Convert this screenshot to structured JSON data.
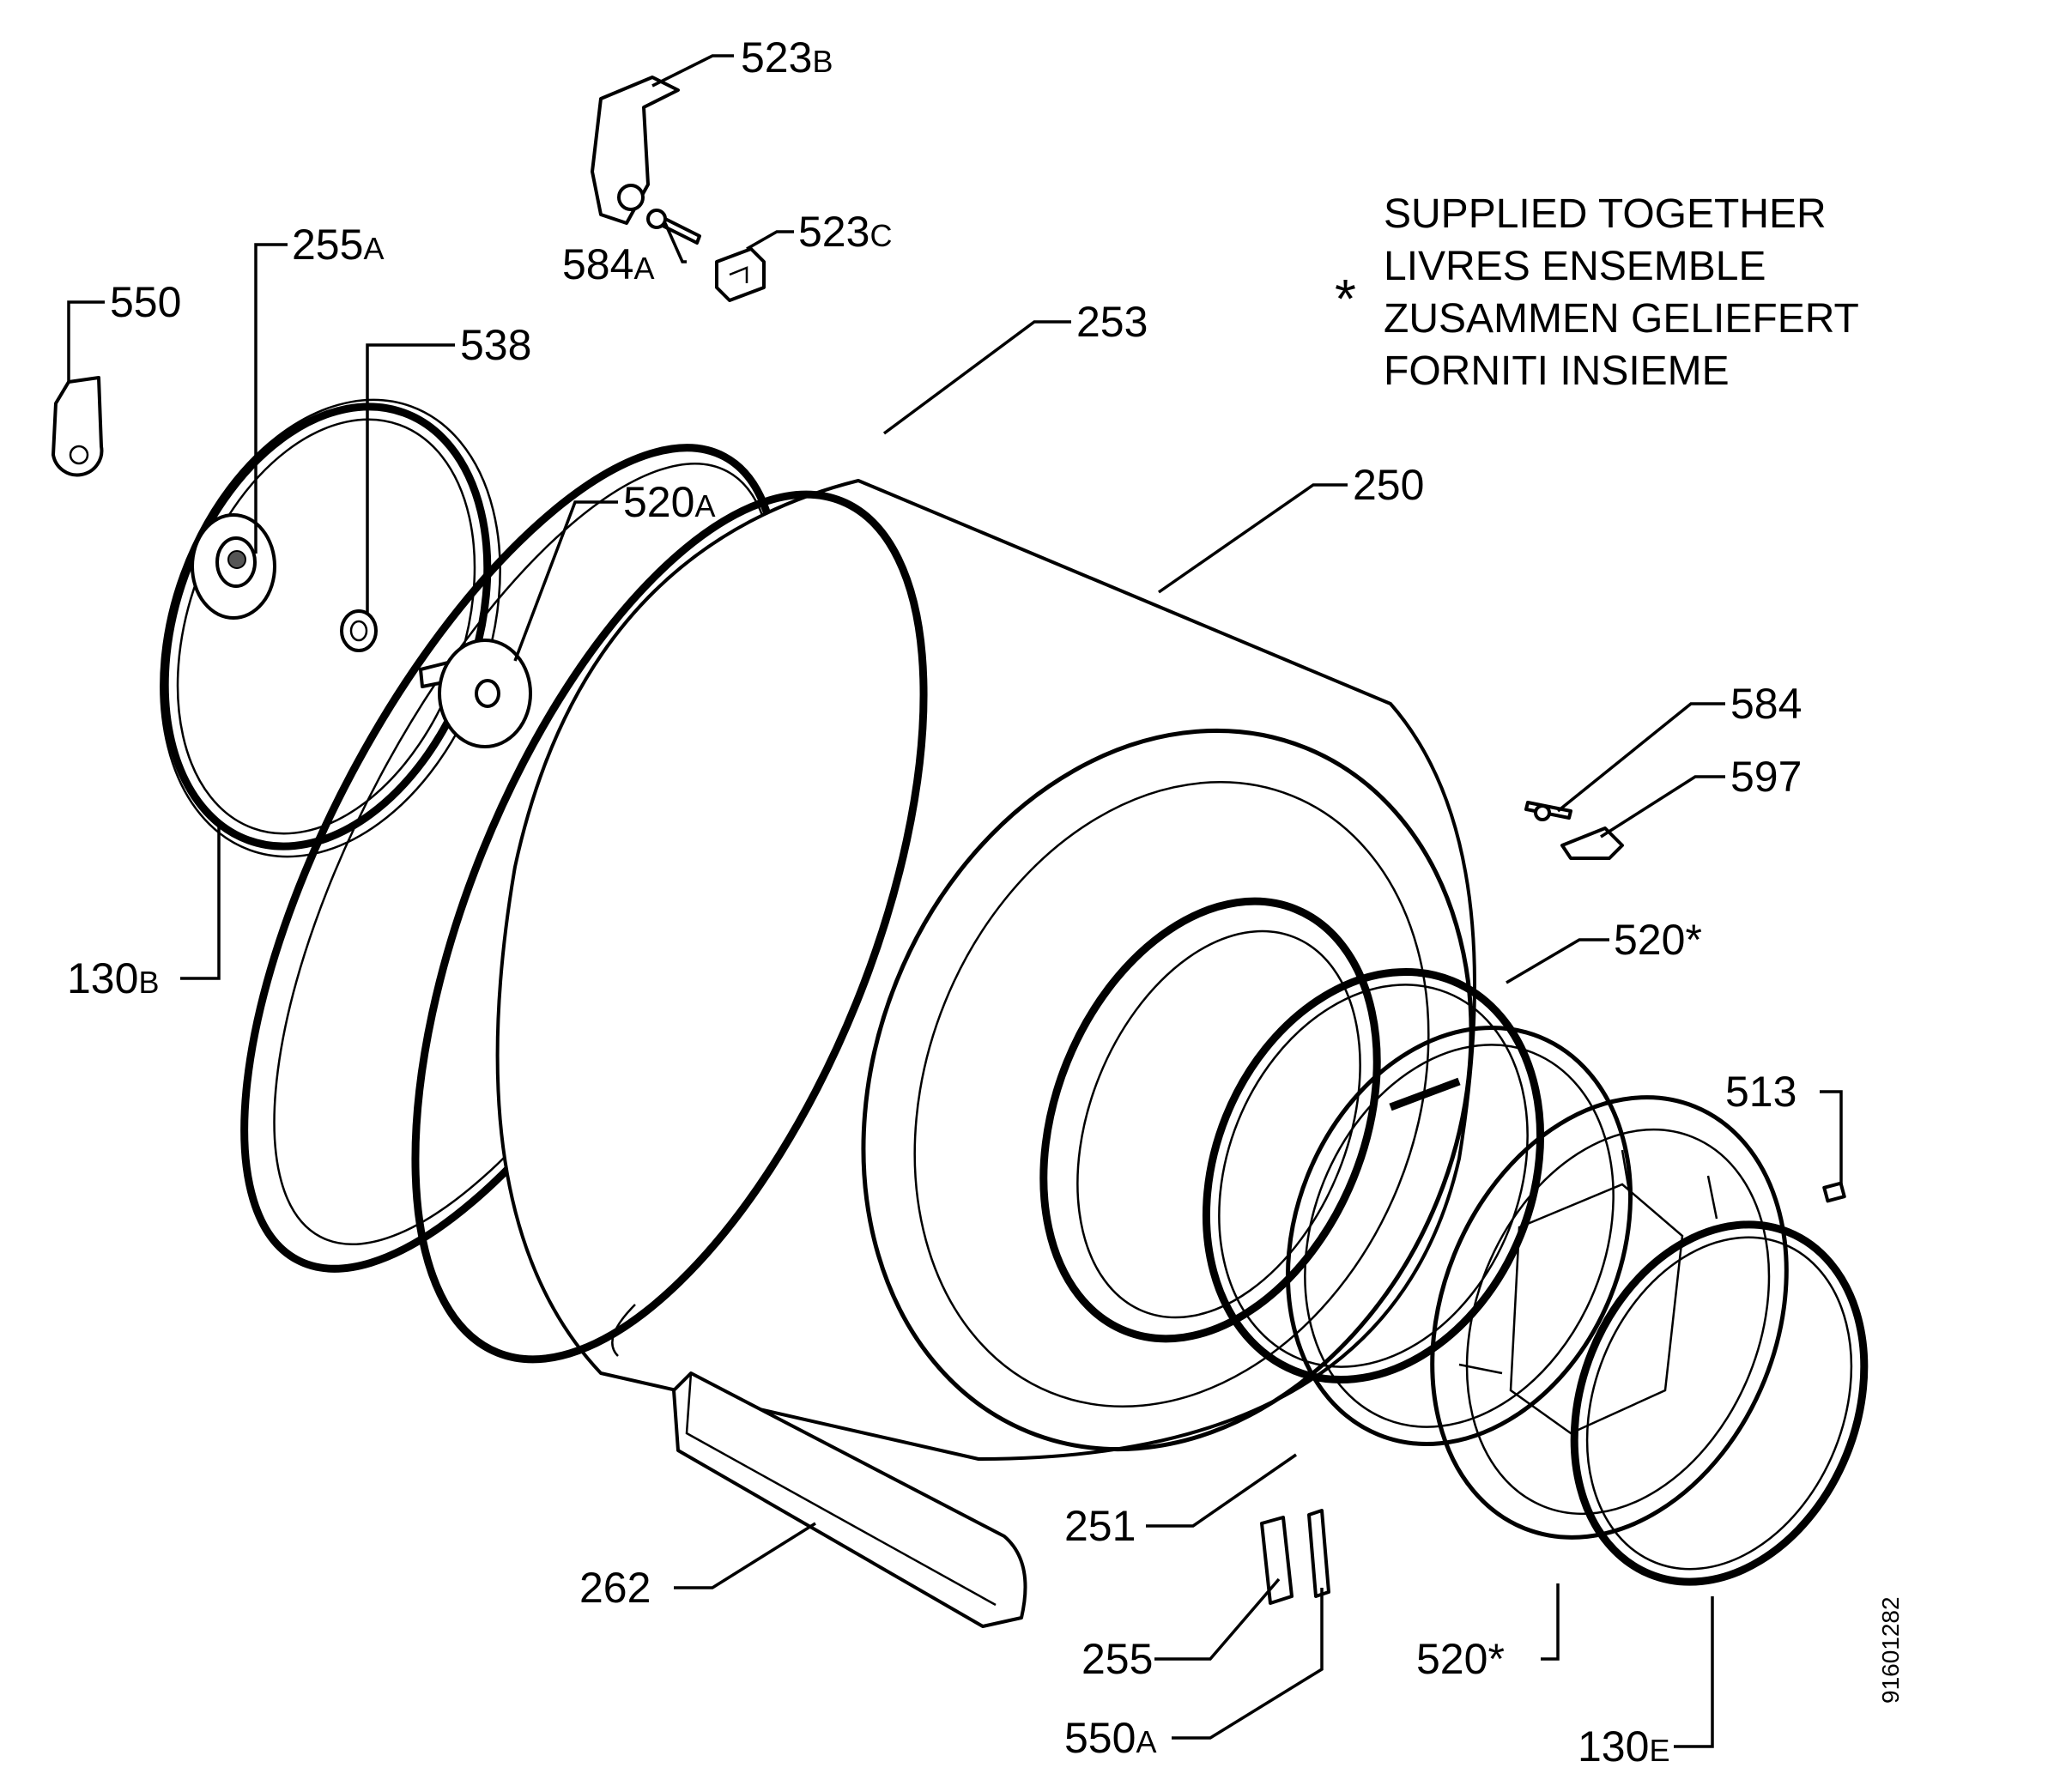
{
  "note": {
    "symbol": "*",
    "lines": [
      "SUPPLIED TOGETHER",
      "LIVRES ENSEMBLE",
      "ZUSAMMEN GELIEFERT",
      "FORNITI INSIEME"
    ]
  },
  "labels": {
    "p523b": {
      "num": "523",
      "sfx": "B"
    },
    "p523c": {
      "num": "523",
      "sfx": "C"
    },
    "p584a": {
      "num": "584",
      "sfx": "A"
    },
    "p255a": {
      "num": "255",
      "sfx": "A"
    },
    "p550": {
      "num": "550",
      "sfx": ""
    },
    "p538": {
      "num": "538",
      "sfx": ""
    },
    "p253": {
      "num": "253",
      "sfx": ""
    },
    "p520a": {
      "num": "520",
      "sfx": "A"
    },
    "p250": {
      "num": "250",
      "sfx": ""
    },
    "p584": {
      "num": "584",
      "sfx": ""
    },
    "p597": {
      "num": "597",
      "sfx": ""
    },
    "p520star_top": {
      "num": "520",
      "sfx": "*"
    },
    "p513": {
      "num": "513",
      "sfx": ""
    },
    "p130b": {
      "num": "130",
      "sfx": "B"
    },
    "p251": {
      "num": "251",
      "sfx": ""
    },
    "p262": {
      "num": "262",
      "sfx": ""
    },
    "p255": {
      "num": "255",
      "sfx": ""
    },
    "p520star_bot": {
      "num": "520",
      "sfx": "*"
    },
    "p550a": {
      "num": "550",
      "sfx": "A"
    },
    "p130e": {
      "num": "130",
      "sfx": "E"
    }
  },
  "doc_id": "91601282"
}
